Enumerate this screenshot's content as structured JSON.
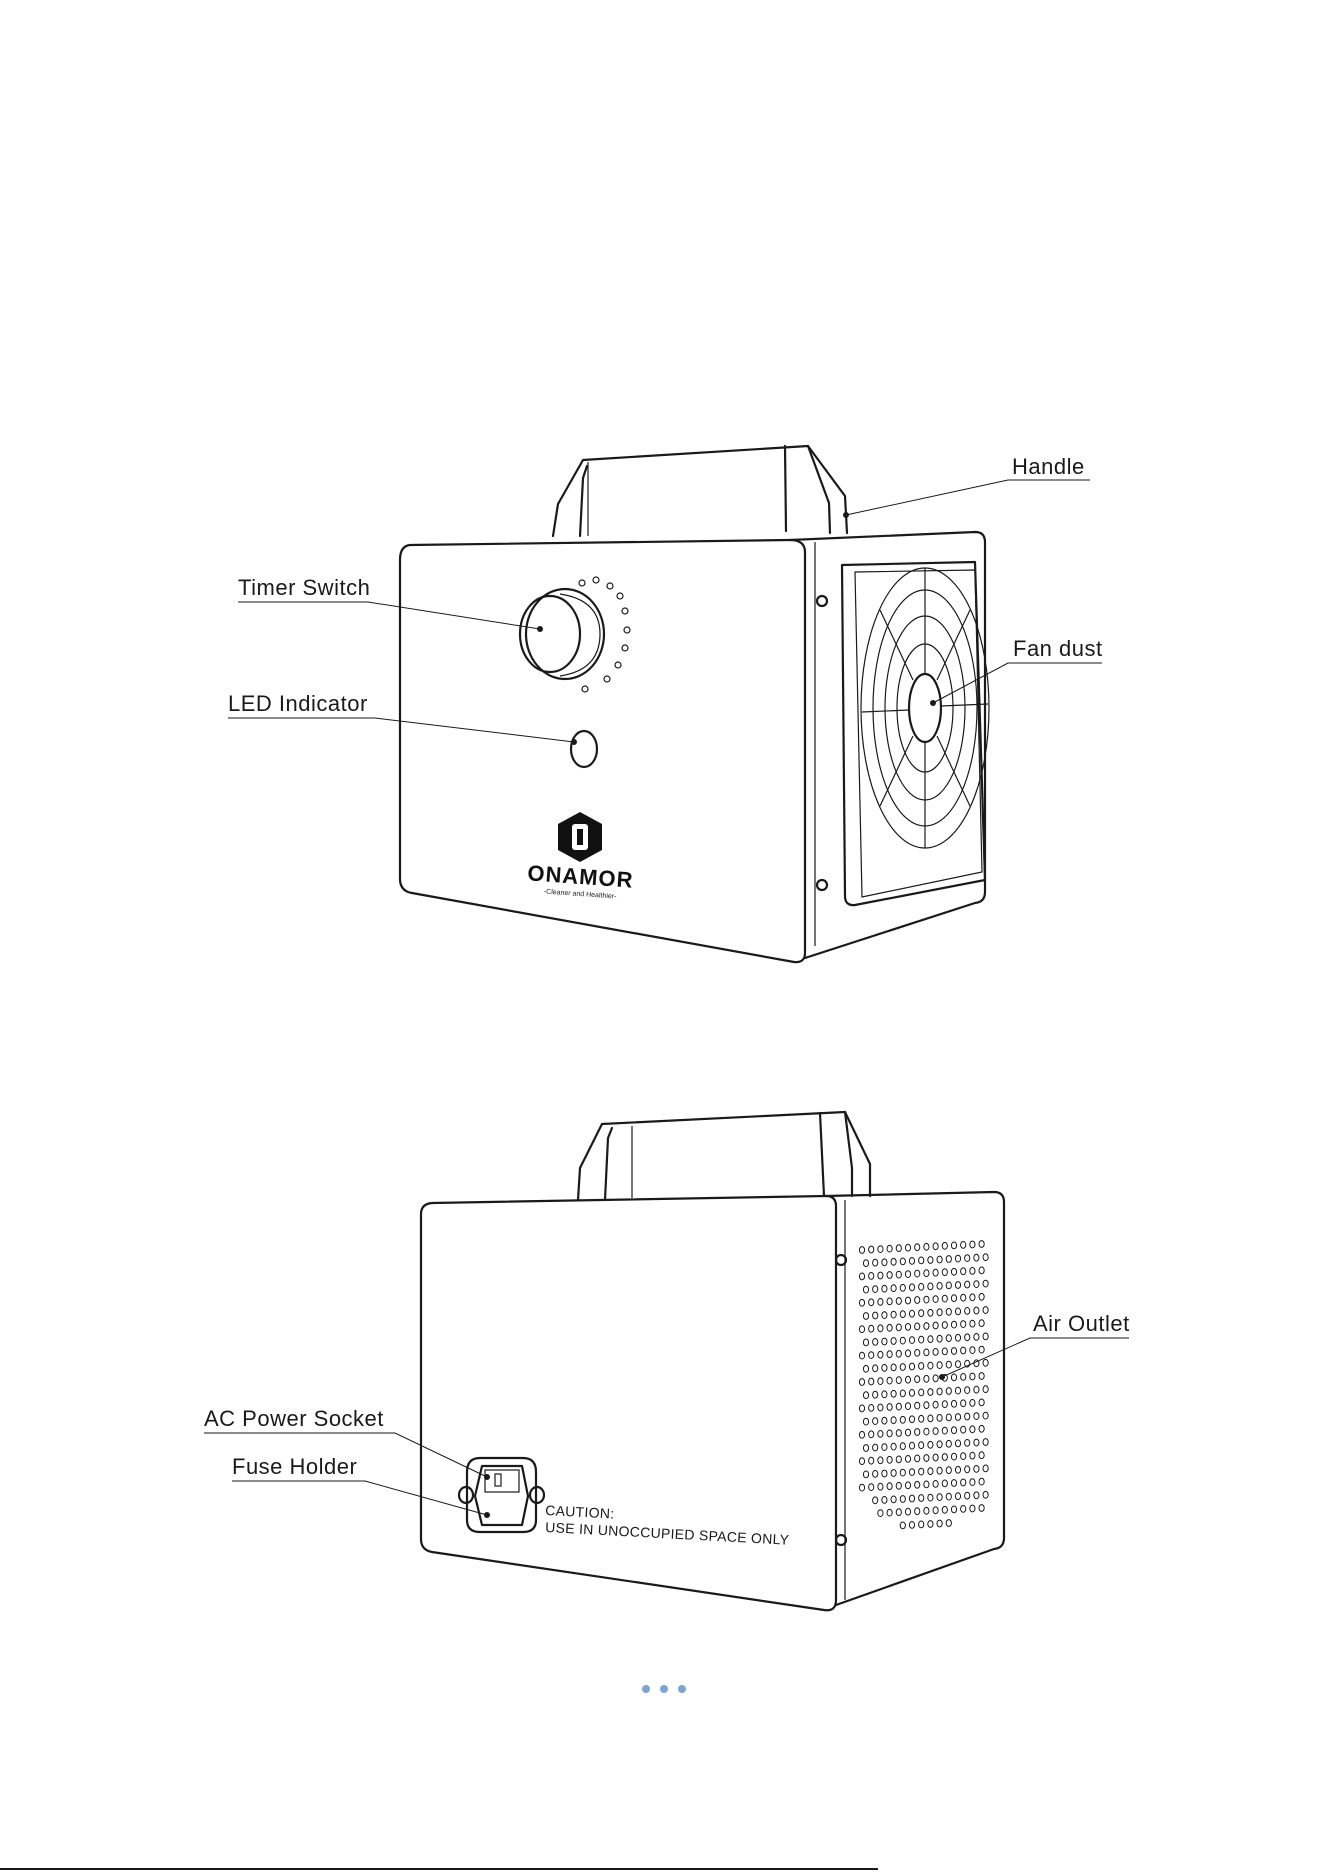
{
  "diagram": {
    "front_view": {
      "labels": {
        "handle": "Handle",
        "timer_switch": "Timer Switch",
        "led_indicator": "LED Indicator",
        "fan_dust": "Fan dust"
      },
      "brand_name": "ONAMOR",
      "brand_tagline": "-Cleaner and Healthier-"
    },
    "back_view": {
      "labels": {
        "air_outlet": "Air Outlet",
        "ac_power_socket": "AC Power Socket",
        "fuse_holder": "Fuse Holder"
      },
      "caution_line1": "CAUTION:",
      "caution_line2": "USE IN UNOCCUPIED SPACE ONLY"
    }
  },
  "pagination": {
    "dot_count": 3,
    "color": "#7aa6d4"
  },
  "colors": {
    "line": "#1a1a1a",
    "background": "#ffffff"
  }
}
